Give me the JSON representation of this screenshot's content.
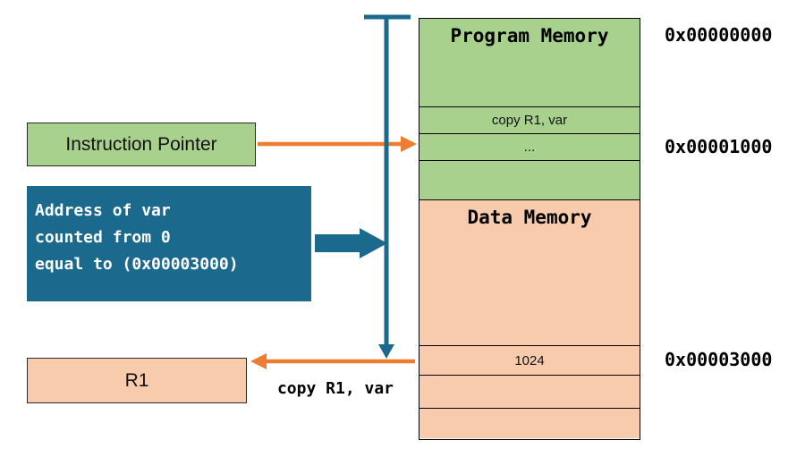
{
  "memory": {
    "program_title": "Program Memory",
    "instruction_row": "copy R1, var",
    "ellipsis_row": "...",
    "data_title": "Data Memory",
    "value_row": "1024"
  },
  "addresses": {
    "program_start": "0x00000000",
    "instruction": "0x00001000",
    "var": "0x00003000"
  },
  "instruction_pointer": {
    "label": "Instruction Pointer"
  },
  "register": {
    "label": "R1"
  },
  "note": {
    "line1": "Address of var",
    "line2": "counted from 0",
    "line3": "equal to (0x00003000)"
  },
  "copy_label": "copy R1, var",
  "colors": {
    "green": "#a9d18e",
    "peach": "#f8cbad",
    "orange": "#ed7d31",
    "teal": "#1b6a8e"
  }
}
